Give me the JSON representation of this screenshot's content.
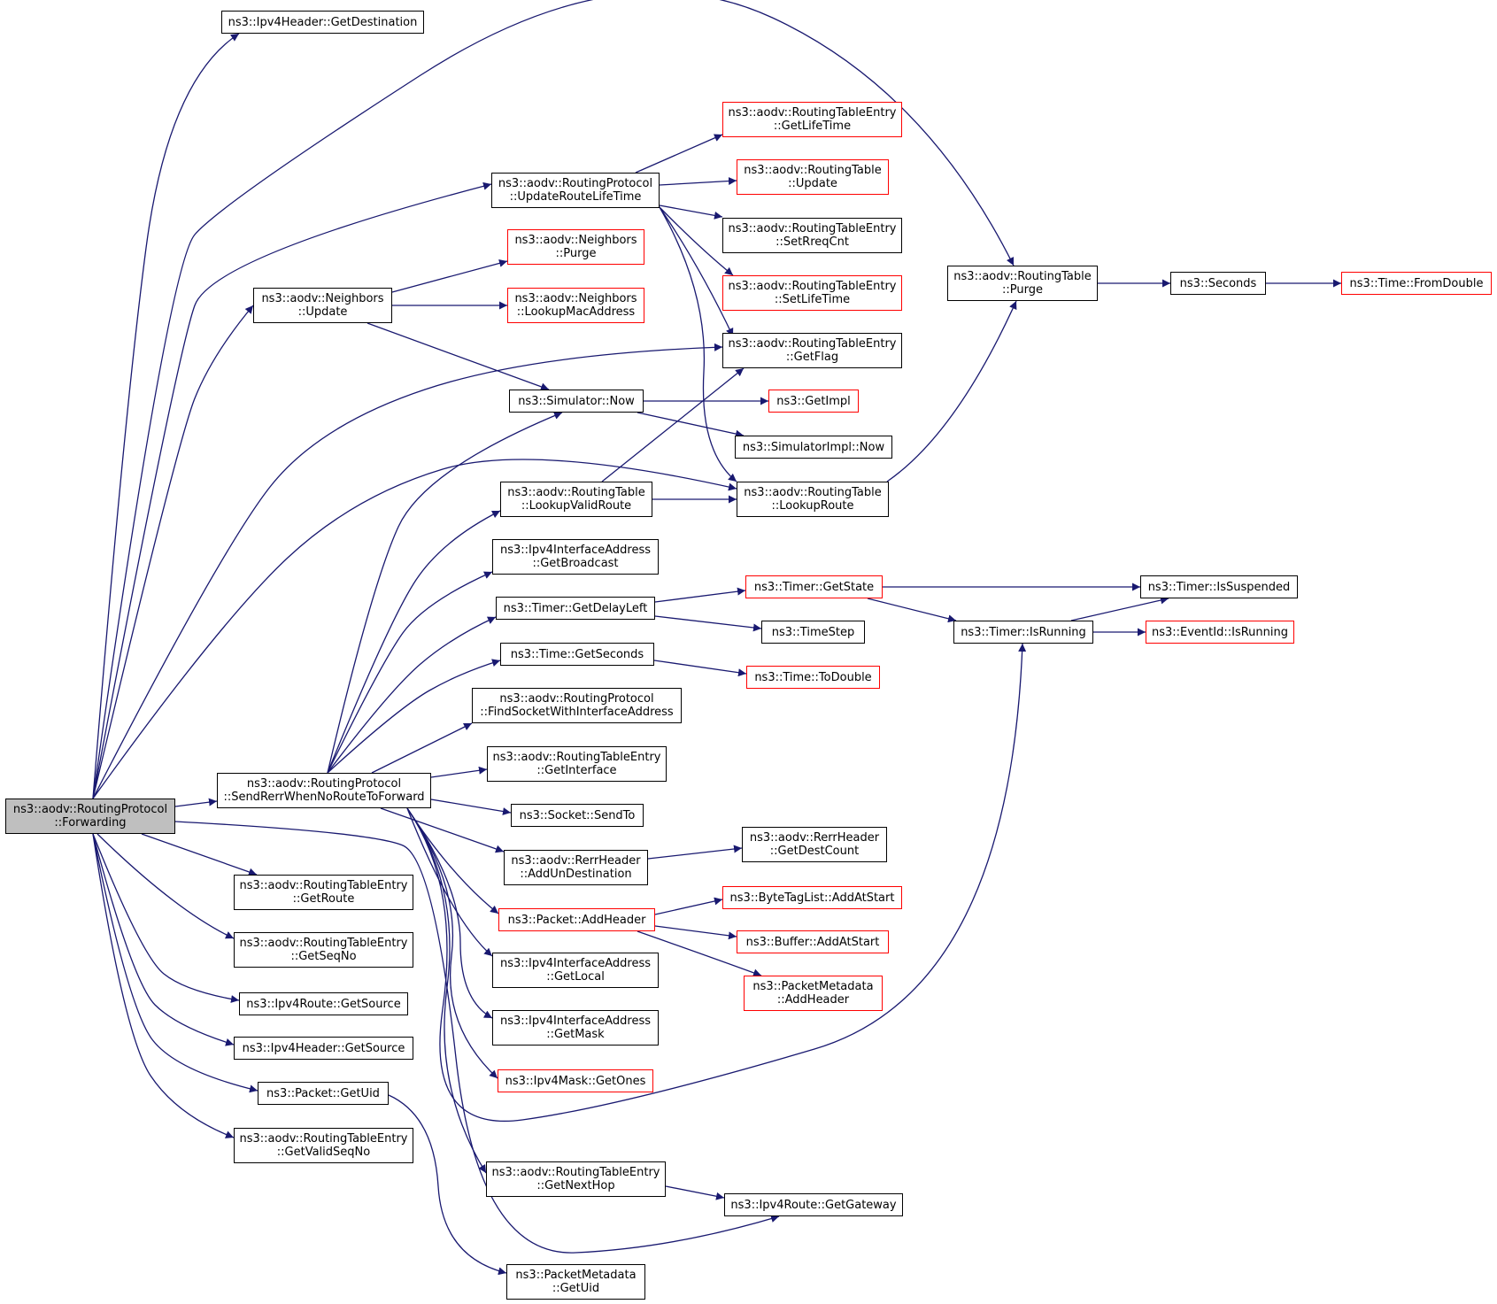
{
  "colors": {
    "edge": "#191970",
    "node_border": "#000000",
    "node_border_truncated": "#ff0000",
    "root_fill": "#bfbfbf",
    "background": "#ffffff"
  },
  "nodes": [
    {
      "id": "n0",
      "lines": [
        "ns3::aodv::RoutingProtocol",
        "::Forwarding"
      ],
      "style": "root"
    },
    {
      "id": "n1",
      "lines": [
        "ns3::Ipv4Header::GetDestination"
      ],
      "style": "normal"
    },
    {
      "id": "n2",
      "lines": [
        "ns3::aodv::RoutingTable",
        "::Purge"
      ],
      "style": "normal"
    },
    {
      "id": "n3",
      "lines": [
        "ns3::aodv::RoutingProtocol",
        "::UpdateRouteLifeTime"
      ],
      "style": "normal"
    },
    {
      "id": "n4",
      "lines": [
        "ns3::aodv::RoutingTableEntry",
        "::GetLifeTime"
      ],
      "style": "red"
    },
    {
      "id": "n5",
      "lines": [
        "ns3::aodv::RoutingTable",
        "::Update"
      ],
      "style": "red"
    },
    {
      "id": "n6",
      "lines": [
        "ns3::aodv::RoutingTableEntry",
        "::SetRreqCnt"
      ],
      "style": "normal"
    },
    {
      "id": "n7",
      "lines": [
        "ns3::aodv::RoutingTableEntry",
        "::SetLifeTime"
      ],
      "style": "red"
    },
    {
      "id": "n8",
      "lines": [
        "ns3::aodv::RoutingTableEntry",
        "::GetFlag"
      ],
      "style": "normal"
    },
    {
      "id": "n9",
      "lines": [
        "ns3::aodv::Neighbors",
        "::Purge"
      ],
      "style": "red"
    },
    {
      "id": "n10",
      "lines": [
        "ns3::aodv::Neighbors",
        "::Update"
      ],
      "style": "normal"
    },
    {
      "id": "n11",
      "lines": [
        "ns3::aodv::Neighbors",
        "::LookupMacAddress"
      ],
      "style": "red"
    },
    {
      "id": "n12",
      "lines": [
        "ns3::Simulator::Now"
      ],
      "style": "normal"
    },
    {
      "id": "n13",
      "lines": [
        "ns3::GetImpl"
      ],
      "style": "red"
    },
    {
      "id": "n14",
      "lines": [
        "ns3::SimulatorImpl::Now"
      ],
      "style": "normal"
    },
    {
      "id": "n15",
      "lines": [
        "ns3::aodv::RoutingTable",
        "::LookupValidRoute"
      ],
      "style": "normal"
    },
    {
      "id": "n16",
      "lines": [
        "ns3::aodv::RoutingTable",
        "::LookupRoute"
      ],
      "style": "normal"
    },
    {
      "id": "n17",
      "lines": [
        "ns3::Seconds"
      ],
      "style": "normal"
    },
    {
      "id": "n18",
      "lines": [
        "ns3::Time::FromDouble"
      ],
      "style": "red"
    },
    {
      "id": "n19",
      "lines": [
        "ns3::Ipv4InterfaceAddress",
        "::GetBroadcast"
      ],
      "style": "normal"
    },
    {
      "id": "n20",
      "lines": [
        "ns3::Timer::GetDelayLeft"
      ],
      "style": "normal"
    },
    {
      "id": "n21",
      "lines": [
        "ns3::Timer::GetState"
      ],
      "style": "red"
    },
    {
      "id": "n22",
      "lines": [
        "ns3::Timer::IsSuspended"
      ],
      "style": "normal"
    },
    {
      "id": "n23",
      "lines": [
        "ns3::Timer::IsRunning"
      ],
      "style": "normal"
    },
    {
      "id": "n24",
      "lines": [
        "ns3::EventId::IsRunning"
      ],
      "style": "red"
    },
    {
      "id": "n25",
      "lines": [
        "ns3::TimeStep"
      ],
      "style": "normal"
    },
    {
      "id": "n26",
      "lines": [
        "ns3::Time::GetSeconds"
      ],
      "style": "normal"
    },
    {
      "id": "n27",
      "lines": [
        "ns3::Time::ToDouble"
      ],
      "style": "red"
    },
    {
      "id": "n28",
      "lines": [
        "ns3::aodv::RoutingProtocol",
        "::FindSocketWithInterfaceAddress"
      ],
      "style": "normal"
    },
    {
      "id": "n29",
      "lines": [
        "ns3::aodv::RoutingTableEntry",
        "::GetInterface"
      ],
      "style": "normal"
    },
    {
      "id": "n30",
      "lines": [
        "ns3::aodv::RoutingProtocol",
        "::SendRerrWhenNoRouteToForward"
      ],
      "style": "normal"
    },
    {
      "id": "n31",
      "lines": [
        "ns3::Socket::SendTo"
      ],
      "style": "normal"
    },
    {
      "id": "n32",
      "lines": [
        "ns3::aodv::RerrHeader",
        "::GetDestCount"
      ],
      "style": "normal"
    },
    {
      "id": "n33",
      "lines": [
        "ns3::aodv::RerrHeader",
        "::AddUnDestination"
      ],
      "style": "normal"
    },
    {
      "id": "n34",
      "lines": [
        "ns3::ByteTagList::AddAtStart"
      ],
      "style": "red"
    },
    {
      "id": "n35",
      "lines": [
        "ns3::Packet::AddHeader"
      ],
      "style": "red"
    },
    {
      "id": "n36",
      "lines": [
        "ns3::Buffer::AddAtStart"
      ],
      "style": "red"
    },
    {
      "id": "n37",
      "lines": [
        "ns3::PacketMetadata",
        "::AddHeader"
      ],
      "style": "red"
    },
    {
      "id": "n38",
      "lines": [
        "ns3::aodv::RoutingTableEntry",
        "::GetRoute"
      ],
      "style": "normal"
    },
    {
      "id": "n39",
      "lines": [
        "ns3::aodv::RoutingTableEntry",
        "::GetSeqNo"
      ],
      "style": "normal"
    },
    {
      "id": "n40",
      "lines": [
        "ns3::Ipv4InterfaceAddress",
        "::GetLocal"
      ],
      "style": "normal"
    },
    {
      "id": "n41",
      "lines": [
        "ns3::Ipv4Route::GetSource"
      ],
      "style": "normal"
    },
    {
      "id": "n42",
      "lines": [
        "ns3::Ipv4InterfaceAddress",
        "::GetMask"
      ],
      "style": "normal"
    },
    {
      "id": "n43",
      "lines": [
        "ns3::Ipv4Header::GetSource"
      ],
      "style": "normal"
    },
    {
      "id": "n44",
      "lines": [
        "ns3::Ipv4Mask::GetOnes"
      ],
      "style": "red"
    },
    {
      "id": "n45",
      "lines": [
        "ns3::Packet::GetUid"
      ],
      "style": "normal"
    },
    {
      "id": "n46",
      "lines": [
        "ns3::aodv::RoutingTableEntry",
        "::GetValidSeqNo"
      ],
      "style": "normal"
    },
    {
      "id": "n47",
      "lines": [
        "ns3::aodv::RoutingTableEntry",
        "::GetNextHop"
      ],
      "style": "normal"
    },
    {
      "id": "n48",
      "lines": [
        "ns3::Ipv4Route::GetGateway"
      ],
      "style": "normal"
    },
    {
      "id": "n49",
      "lines": [
        "ns3::PacketMetadata",
        "::GetUid"
      ],
      "style": "normal"
    }
  ],
  "edges": [
    [
      "n0",
      "n1"
    ],
    [
      "n0",
      "n2"
    ],
    [
      "n0",
      "n3"
    ],
    [
      "n0",
      "n10"
    ],
    [
      "n0",
      "n8"
    ],
    [
      "n0",
      "n16"
    ],
    [
      "n0",
      "n30"
    ],
    [
      "n0",
      "n38"
    ],
    [
      "n0",
      "n39"
    ],
    [
      "n0",
      "n41"
    ],
    [
      "n0",
      "n43"
    ],
    [
      "n0",
      "n45"
    ],
    [
      "n0",
      "n46"
    ],
    [
      "n0",
      "n48"
    ],
    [
      "n3",
      "n4"
    ],
    [
      "n3",
      "n5"
    ],
    [
      "n3",
      "n6"
    ],
    [
      "n3",
      "n7"
    ],
    [
      "n3",
      "n8"
    ],
    [
      "n3",
      "n16"
    ],
    [
      "n10",
      "n9"
    ],
    [
      "n10",
      "n11"
    ],
    [
      "n10",
      "n12"
    ],
    [
      "n12",
      "n13"
    ],
    [
      "n12",
      "n14"
    ],
    [
      "n15",
      "n16"
    ],
    [
      "n15",
      "n8"
    ],
    [
      "n16",
      "n2"
    ],
    [
      "n2",
      "n17"
    ],
    [
      "n17",
      "n18"
    ],
    [
      "n20",
      "n21"
    ],
    [
      "n20",
      "n25"
    ],
    [
      "n21",
      "n22"
    ],
    [
      "n21",
      "n23"
    ],
    [
      "n23",
      "n22"
    ],
    [
      "n23",
      "n24"
    ],
    [
      "n26",
      "n27"
    ],
    [
      "n30",
      "n12"
    ],
    [
      "n30",
      "n15"
    ],
    [
      "n30",
      "n19"
    ],
    [
      "n30",
      "n20"
    ],
    [
      "n30",
      "n26"
    ],
    [
      "n30",
      "n28"
    ],
    [
      "n30",
      "n29"
    ],
    [
      "n30",
      "n31"
    ],
    [
      "n30",
      "n33"
    ],
    [
      "n30",
      "n35"
    ],
    [
      "n30",
      "n40"
    ],
    [
      "n30",
      "n42"
    ],
    [
      "n30",
      "n44"
    ],
    [
      "n30",
      "n23"
    ],
    [
      "n30",
      "n47"
    ],
    [
      "n33",
      "n32"
    ],
    [
      "n35",
      "n34"
    ],
    [
      "n35",
      "n36"
    ],
    [
      "n35",
      "n37"
    ],
    [
      "n47",
      "n48"
    ],
    [
      "n45",
      "n49"
    ]
  ]
}
